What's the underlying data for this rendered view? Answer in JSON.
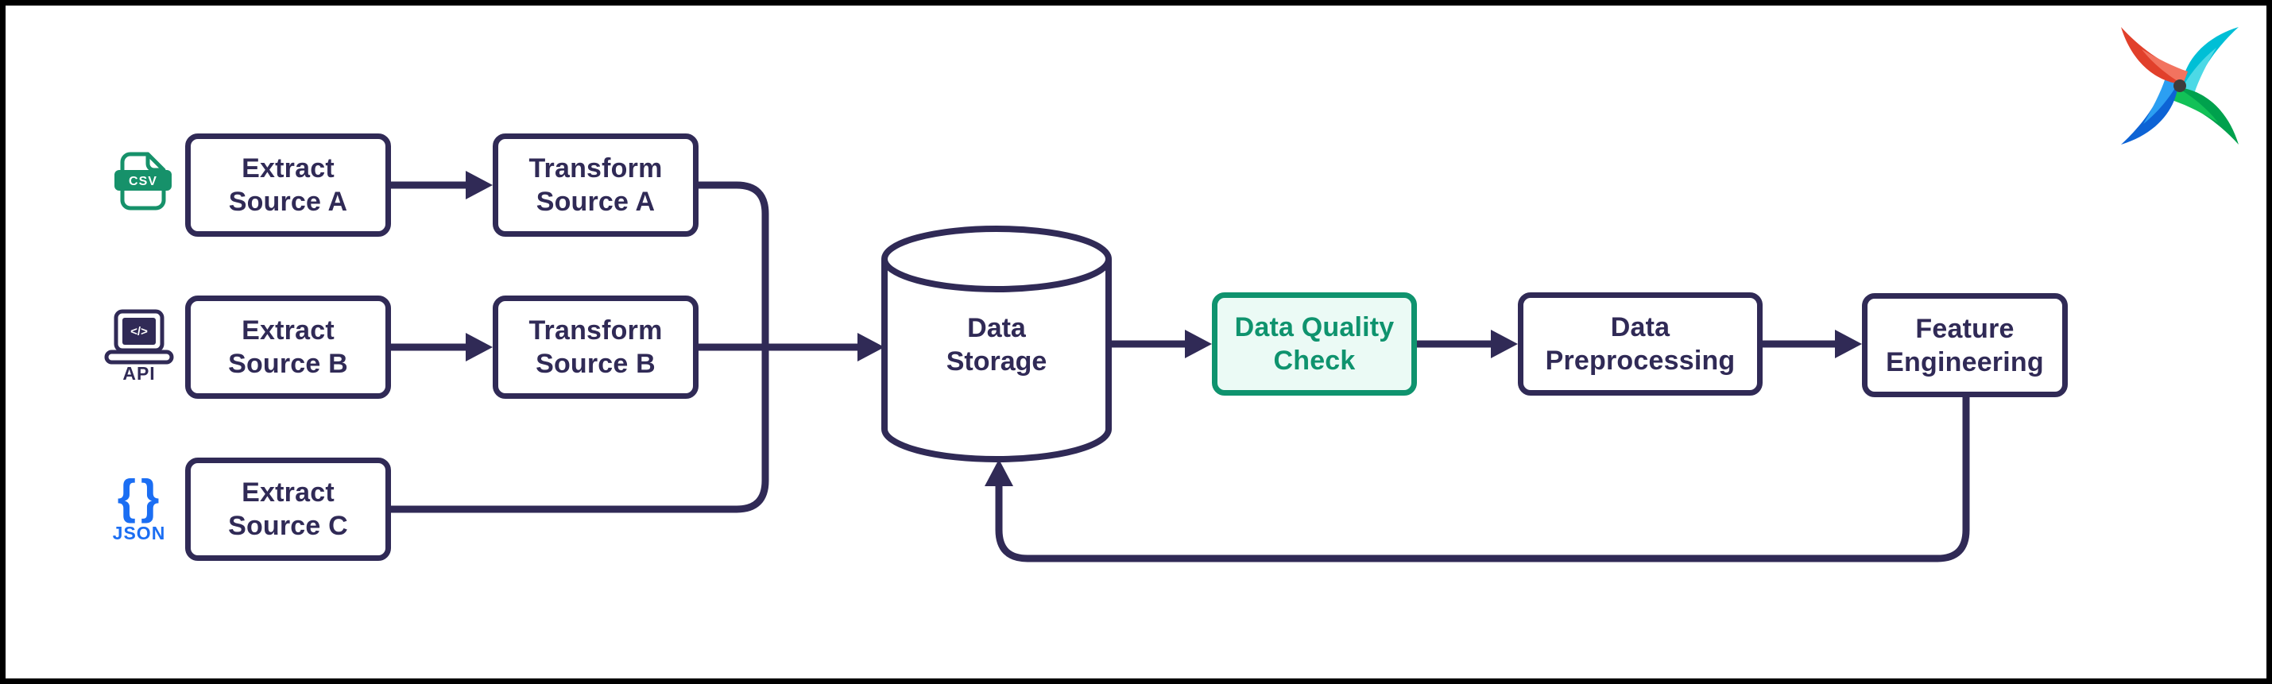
{
  "diagram": {
    "nodes": {
      "extract_a": {
        "line1": "Extract",
        "line2": "Source A"
      },
      "transform_a": {
        "line1": "Transform",
        "line2": "Source A"
      },
      "extract_b": {
        "line1": "Extract",
        "line2": "Source B"
      },
      "transform_b": {
        "line1": "Transform",
        "line2": "Source B"
      },
      "extract_c": {
        "line1": "Extract",
        "line2": "Source C"
      },
      "data_storage": {
        "line1": "Data",
        "line2": "Storage"
      },
      "data_quality_check": {
        "line1": "Data Quality",
        "line2": "Check"
      },
      "data_preprocessing": {
        "line1": "Data",
        "line2": "Preprocessing"
      },
      "feature_engineering": {
        "line1": "Feature",
        "line2": "Engineering"
      }
    },
    "icons": {
      "csv": {
        "badge": "CSV"
      },
      "api": {
        "code": "</>",
        "label": "API"
      },
      "json": {
        "braces": "{}",
        "label": "JSON"
      },
      "logo": {
        "name": "airflow-pinwheel"
      }
    },
    "edges": [
      {
        "from": "extract_a",
        "to": "transform_a"
      },
      {
        "from": "extract_b",
        "to": "transform_b"
      },
      {
        "from": "transform_a",
        "to": "data_storage"
      },
      {
        "from": "transform_b",
        "to": "data_storage"
      },
      {
        "from": "extract_c",
        "to": "data_storage"
      },
      {
        "from": "data_storage",
        "to": "data_quality_check"
      },
      {
        "from": "data_quality_check",
        "to": "data_preprocessing"
      },
      {
        "from": "data_preprocessing",
        "to": "feature_engineering"
      },
      {
        "from": "feature_engineering",
        "to": "data_storage"
      }
    ],
    "colors": {
      "navy": "#302a56",
      "green": "#0f936e",
      "green_bg": "#ebfaf5",
      "csv_green": "#16916a",
      "json_blue": "#1b6ef3",
      "logo_red": "#e1402b",
      "logo_red_light": "#f2735f",
      "logo_teal": "#00bfd6",
      "logo_teal_light": "#4cd9e6",
      "logo_green": "#00a14d",
      "logo_green_light": "#12c157",
      "logo_blue": "#0d63d5",
      "logo_blue_light": "#2c9ff2"
    }
  }
}
